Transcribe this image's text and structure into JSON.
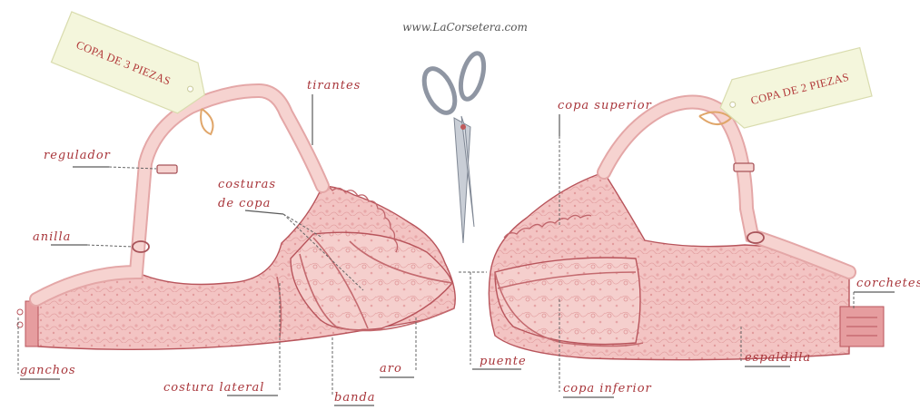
{
  "header": {
    "website": "www.LaCorsetera.com"
  },
  "tags": {
    "left": "COPA DE 3 PIEZAS",
    "right": "COPA DE 2 PIEZAS"
  },
  "labels": {
    "tirantes": "tirantes",
    "regulador": "regulador",
    "costuras_de_copa_line1": "costuras",
    "costuras_de_copa_line2": "de copa",
    "anilla": "anilla",
    "ganchos": "ganchos",
    "costura_lateral": "costura lateral",
    "banda": "banda",
    "aro": "aro",
    "puente": "puente",
    "copa_superior": "copa superior",
    "copa_inferior": "copa inferior",
    "espaldilla": "espaldilla",
    "corchetes": "corchetes"
  },
  "colors": {
    "lace": "#f3c4c3",
    "lace_dark": "#e59ea0",
    "strap": "#f6d3d0",
    "label": "#a8353a",
    "tag_fill": "#f4f6dc",
    "tag_border": "#d9dcae"
  }
}
